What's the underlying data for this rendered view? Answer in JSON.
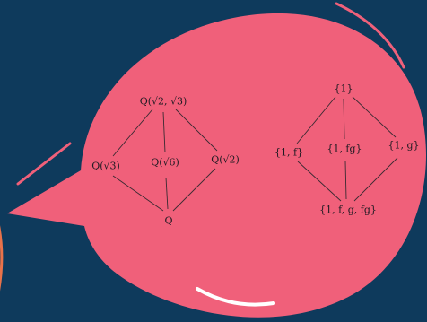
{
  "colors": {
    "background": "#0e3a5c",
    "bubble": "#f0607a",
    "ink": "#2a1f2a",
    "accent": "#e8724a"
  },
  "field_lattice": {
    "nodes": [
      {
        "id": "top",
        "text": "Q(√2, √3)"
      },
      {
        "id": "left",
        "text": "Q(√3)"
      },
      {
        "id": "mid",
        "text": "Q(√6)"
      },
      {
        "id": "right",
        "text": "Q(√2)"
      },
      {
        "id": "bottom",
        "text": "Q"
      }
    ]
  },
  "group_lattice": {
    "nodes": [
      {
        "id": "top",
        "text": "{1}"
      },
      {
        "id": "left",
        "text": "{1, f}"
      },
      {
        "id": "mid",
        "text": "{1, fg}"
      },
      {
        "id": "right",
        "text": "{1, g}"
      },
      {
        "id": "bottom",
        "text": "{1, f, g, fg}"
      }
    ]
  }
}
